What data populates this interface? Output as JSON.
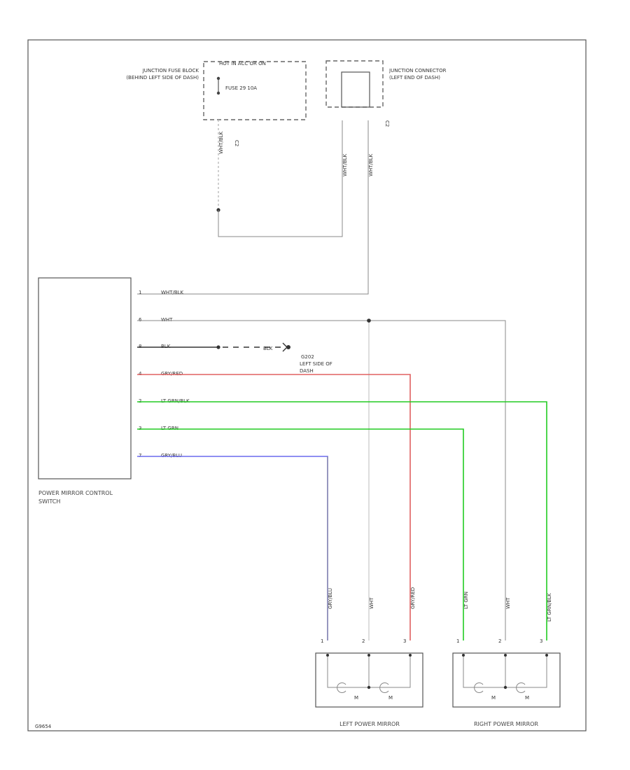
{
  "junction_fuse_block": {
    "name": "JUNCTION FUSE BLOCK (BEHIND LEFT SIDE OF DASH)",
    "header": "HOT IN ACC OR ON",
    "fuse": "FUSE 29 10A"
  },
  "junction_connector": {
    "name": "JUNCTION CONNECTOR (LEFT END OF DASH)"
  },
  "connector_refs": {
    "c1": "C2",
    "c2": "C2"
  },
  "vertical_wires": {
    "fuse_out": "WHT/BLK",
    "jc_in": "WHT/BLK",
    "jc_out": "WHT/BLK"
  },
  "switch": {
    "name": "POWER MIRROR CONTROL SWITCH",
    "pins": [
      {
        "pin": "1",
        "wire": "WHT/BLK"
      },
      {
        "pin": "6",
        "wire": "WHT"
      },
      {
        "pin": "8",
        "wire": "BLK"
      },
      {
        "pin": "4",
        "wire": "GRY/RED"
      },
      {
        "pin": "2",
        "wire": "LT GRN/BLK"
      },
      {
        "pin": "3",
        "wire": "LT GRN"
      },
      {
        "pin": "7",
        "wire": "GRY/BLU"
      }
    ]
  },
  "ground": {
    "wire": "BLK",
    "ref": "G202",
    "location": "LEFT SIDE OF DASH"
  },
  "left_mirror": {
    "name": "LEFT POWER MIRROR",
    "wires": [
      "GRY/BLU",
      "WHT",
      "GRY/RED"
    ],
    "pins": [
      "1",
      "2",
      "3"
    ],
    "motors": [
      "M",
      "M"
    ]
  },
  "right_mirror": {
    "name": "RIGHT POWER MIRROR",
    "wires": [
      "LT GRN",
      "WHT",
      "LT GRN/BLK"
    ],
    "pins": [
      "1",
      "2",
      "3"
    ],
    "motors": [
      "M",
      "M"
    ]
  },
  "figure_id": "G9654",
  "colors": {
    "red_wire": "#e06060",
    "green_wire": "#22cc22",
    "blue_wire": "#6a6aee",
    "white_wire": "#bbbbbb",
    "gray_wire": "#888888"
  }
}
